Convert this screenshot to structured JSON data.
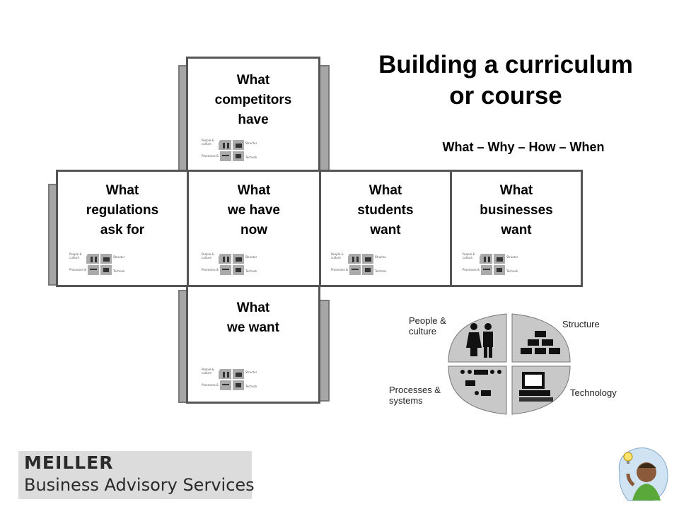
{
  "title": [
    "Building a curriculum",
    "or course"
  ],
  "subtitle": "What – Why – How – When",
  "faces": {
    "top": [
      "What",
      "competitors",
      "have"
    ],
    "left": [
      "What",
      "regulations",
      "ask for"
    ],
    "center": [
      "What",
      "we have",
      "now"
    ],
    "right1": [
      "What",
      "students",
      "want"
    ],
    "right2": [
      "What",
      "businesses",
      "want"
    ],
    "bottom": [
      "What",
      "we want"
    ]
  },
  "model": {
    "people": [
      "People &",
      "culture"
    ],
    "structure": "Structure",
    "processes": [
      "Processes &",
      "systems"
    ],
    "technology": "Technology"
  },
  "brand": {
    "name": "MEILLER",
    "tagline": "Business Advisory Services"
  },
  "icons": [
    "people-icon",
    "hierarchy-icon",
    "flowchart-icon",
    "computer-icon",
    "idea-person-icon"
  ]
}
